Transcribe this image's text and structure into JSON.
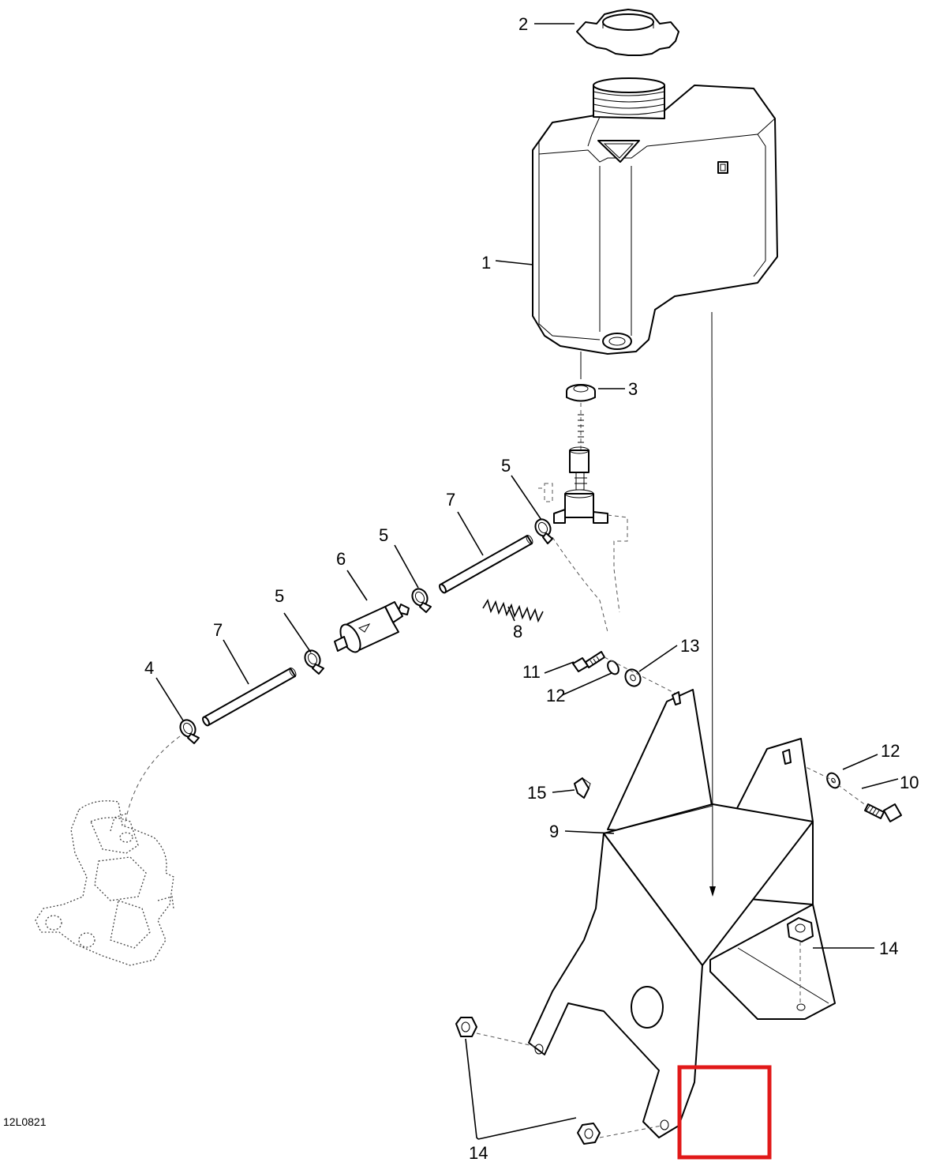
{
  "diagram_code": "12L0821",
  "highlight_color": "#e11919",
  "callouts": [
    {
      "id": "c1",
      "label": "1"
    },
    {
      "id": "c2",
      "label": "2"
    },
    {
      "id": "c3",
      "label": "3"
    },
    {
      "id": "c4",
      "label": "4"
    },
    {
      "id": "c5a",
      "label": "5"
    },
    {
      "id": "c5b",
      "label": "5"
    },
    {
      "id": "c5c",
      "label": "5"
    },
    {
      "id": "c6",
      "label": "6"
    },
    {
      "id": "c7a",
      "label": "7"
    },
    {
      "id": "c7b",
      "label": "7"
    },
    {
      "id": "c8",
      "label": "8"
    },
    {
      "id": "c9",
      "label": "9"
    },
    {
      "id": "c10",
      "label": "10"
    },
    {
      "id": "c11",
      "label": "11"
    },
    {
      "id": "c12a",
      "label": "12"
    },
    {
      "id": "c12b",
      "label": "12"
    },
    {
      "id": "c13",
      "label": "13"
    },
    {
      "id": "c14a",
      "label": "14"
    },
    {
      "id": "c14b",
      "label": "14"
    },
    {
      "id": "c15",
      "label": "15"
    }
  ]
}
